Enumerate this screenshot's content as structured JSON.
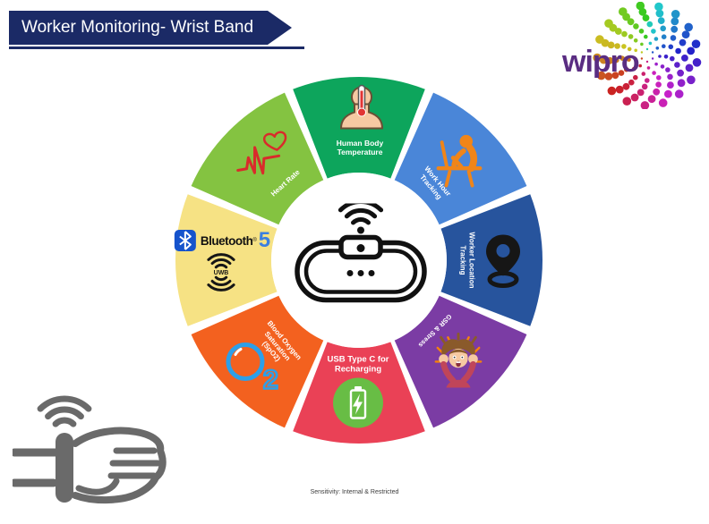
{
  "title": "Worker Monitoring- Wrist Band",
  "logo": {
    "text": "wipro",
    "color": "#5a2d82"
  },
  "banner_color": "#1b2a66",
  "wheel": {
    "center_icon": "smart-wristband-wifi-icon",
    "segments": [
      {
        "id": "human-body-temperature",
        "label": "Human Body Temperature",
        "color": "#0da55c",
        "icon": "person-thermometer-icon",
        "angle": 0
      },
      {
        "id": "work-hour-tracking",
        "label": "Work Hour Tracking",
        "color": "#4a86d8",
        "icon": "person-at-desk-icon",
        "angle": 45
      },
      {
        "id": "worker-location-tracking",
        "label": "Worker Location Tracking",
        "color": "#27549d",
        "icon": "location-pin-icon",
        "angle": 90
      },
      {
        "id": "gsr-stress",
        "label": "GSR & Stress",
        "color": "#7b3ca4",
        "icon": "stressed-person-icon",
        "angle": 135
      },
      {
        "id": "usb-type-c",
        "label": "USB Type C for Recharging",
        "color": "#ea4156",
        "icon": "battery-charging-icon",
        "angle": 180
      },
      {
        "id": "blood-oxygen-saturation",
        "label": "Blood Oxygen Saturation (SpO2)",
        "color": "#f3611f",
        "icon": "oxygen-o2-icon",
        "angle": 225,
        "subscript": "2"
      },
      {
        "id": "connectivity",
        "label": "",
        "color": "#f6e284",
        "icon": "bluetooth5-uwb-icons",
        "angle": 270,
        "bluetooth_label": "Bluetooth",
        "bluetooth_reg": "®",
        "bluetooth_number": "5",
        "uwb_label": "UWB"
      },
      {
        "id": "heart-rate",
        "label": "Heart Rate",
        "color": "#84c341",
        "icon": "heart-rate-ecg-icon",
        "angle": 315
      }
    ]
  },
  "footer": {
    "text": "Sensitivity: Internal & Restricted"
  }
}
